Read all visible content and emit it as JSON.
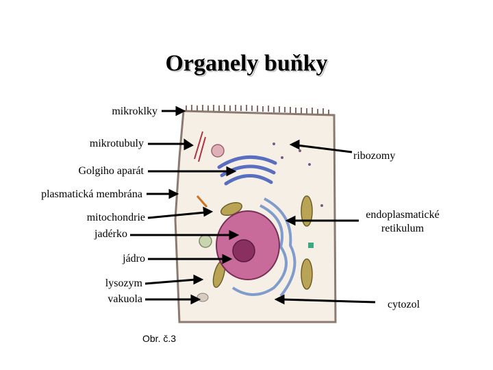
{
  "title": "Organely buňky",
  "labels": {
    "mikroklky": "mikroklky",
    "mikrotubuly": "mikrotubuly",
    "golgi": "Golgiho aparát",
    "membrana": "plasmatická membrána",
    "mitochondrie": "mitochondrie",
    "jaderko": "jadérko",
    "jadro": "jádro",
    "lysozym": "lysozym",
    "vakuola": "vakuola",
    "ribozomy": "ribozomy",
    "er_line1": "endoplasmatické",
    "er_line2": "retikulum",
    "cytozol": "cytozol"
  },
  "caption": "Obr. č.3",
  "colors": {
    "cell_fill": "#f5efe6",
    "cell_outline": "#8a7a70",
    "nucleus": "#c86a9a",
    "nucleolus": "#8a3060",
    "er": "#7f9ccc",
    "golgi": "#5a6ec0",
    "mitochondria": "#b9a456",
    "accent": "#3aa880"
  }
}
